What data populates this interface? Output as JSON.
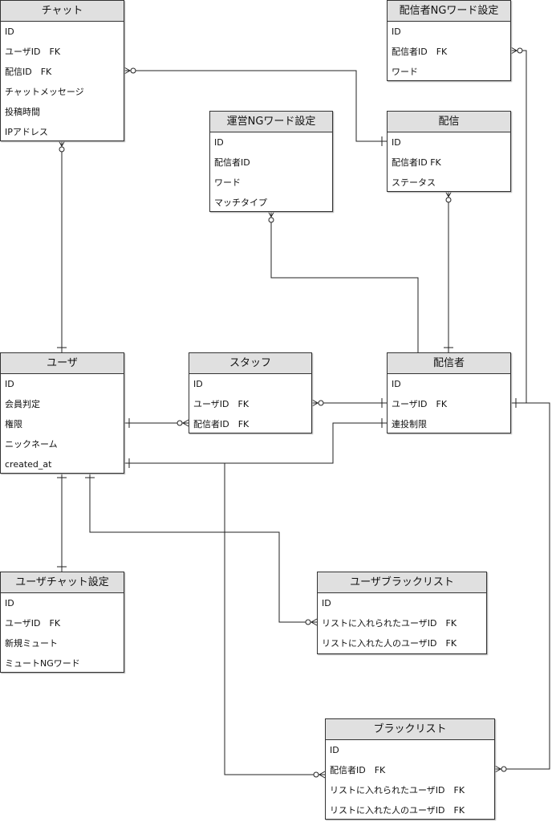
{
  "entities": {
    "chat": {
      "title": "チャット",
      "fields": [
        "ID",
        "ユーザID　FK",
        "配信ID　FK",
        "チャットメッセージ",
        "投稿時間",
        "IPアドレス"
      ]
    },
    "streamer_ng": {
      "title": "配信者NGワード設定",
      "fields": [
        "ID",
        "配信者ID　FK",
        "ワード"
      ]
    },
    "admin_ng": {
      "title": "運営NGワード設定",
      "fields": [
        "ID",
        "配信者ID",
        "ワード",
        "マッチタイプ"
      ]
    },
    "stream": {
      "title": "配信",
      "fields": [
        "ID",
        "配信者ID FK",
        "ステータス"
      ]
    },
    "user": {
      "title": "ユーザ",
      "fields": [
        "ID",
        "会員判定",
        "権限",
        "ニックネーム",
        "created_at"
      ]
    },
    "staff": {
      "title": "スタッフ",
      "fields": [
        "ID",
        "ユーザID　FK",
        "配信者ID　FK"
      ]
    },
    "streamer": {
      "title": "配信者",
      "fields": [
        "ID",
        "ユーザID　FK",
        "連投制限"
      ]
    },
    "user_chat_settings": {
      "title": "ユーザチャット設定",
      "fields": [
        "ID",
        "ユーザID　FK",
        "新規ミュート",
        "ミュートNGワード"
      ]
    },
    "user_blacklist": {
      "title": "ユーザブラックリスト",
      "fields": [
        "ID",
        "リストに入れられたユーザID　FK",
        "リストに入れた人のユーザID　FK"
      ]
    },
    "blacklist": {
      "title": "ブラックリスト",
      "fields": [
        "ID",
        "配信者ID　FK",
        "リストに入れられたユーザID　FK",
        "リストに入れた人のユーザID　FK"
      ]
    }
  }
}
